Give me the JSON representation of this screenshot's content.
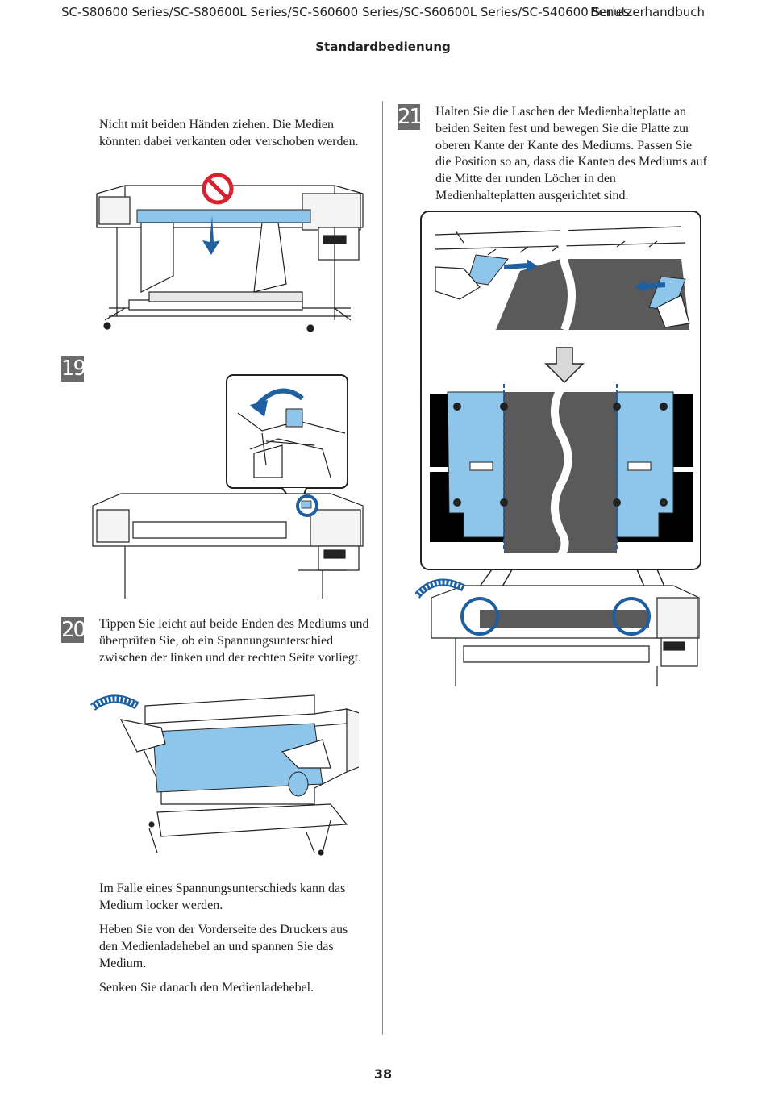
{
  "header": {
    "series": "SC-S80600 Series/SC-S80600L Series/SC-S60600 Series/SC-S60600L Series/SC-S40600 Series",
    "manual": "Benutzerhandbuch",
    "section": "Standardbedienung"
  },
  "left_column": {
    "warning_text": "Nicht mit beiden Händen ziehen. Die Medien könnten dabei verkanten oder verschoben werden.",
    "step19": {
      "number": "19"
    },
    "step20": {
      "number": "20",
      "text": "Tippen Sie leicht auf beide Enden des Mediums und überprüfen Sie, ob ein Spannungsunterschied zwischen der linken und der rechten Seite vorliegt."
    },
    "notes": [
      "Im Falle eines Spannungsunterschieds kann das Medium locker werden.",
      "Heben Sie von der Vorderseite des Druckers aus den Medienladehebel an und spannen Sie das Medium.",
      "Senken Sie danach den Medienladehebel."
    ]
  },
  "right_column": {
    "step21": {
      "number": "21",
      "text": "Halten Sie die Laschen der Medienhalteplatte an beiden Seiten fest und bewegen Sie die Platte zur oberen Kante der Kante des Mediums. Passen Sie die Position so an, dass die Kanten des Mediums auf die Mitte der runden Löcher in den Medienhalteplatten ausgerichtet sind."
    }
  },
  "page_number": "38",
  "colors": {
    "media_blue": "#8ec5ea",
    "arrow_blue": "#1d5fa0",
    "prohibit_red": "#d9212f",
    "step_grey": "#6b6b6b",
    "media_dark": "#5a5a5a"
  }
}
